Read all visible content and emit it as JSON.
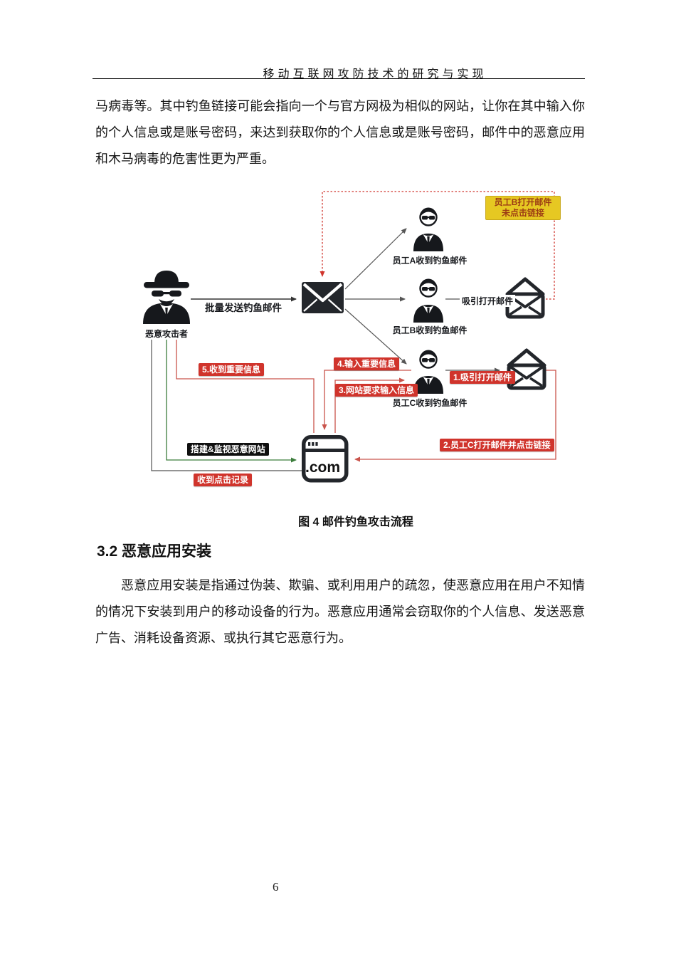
{
  "header": {
    "title": "移动互联网攻防技术的研究与实现"
  },
  "content": {
    "paragraph1": "马病毒等。其中钓鱼链接可能会指向一个与官方网极为相似的网站，让你在其中输入你的个人信息或是账号密码，来达到获取你的个人信息或是账号密码，邮件中的恶意应用和木马病毒的危害性更为严重。",
    "figure_caption": "图 4  邮件钓鱼攻击流程",
    "section_heading": "3.2 恶意应用安装",
    "paragraph2": "恶意应用安装是指通过伪装、欺骗、或利用用户的疏忽，使恶意应用在用户不知情的情况下安装到用户的移动设备的行为。恶意应用通常会窃取你的个人信息、发送恶意广告、消耗设备资源、或执行其它恶意行为。",
    "page_number": "6"
  },
  "diagram": {
    "browser_label": ".com",
    "labels": {
      "attacker": "恶意攻击者",
      "batch_send": "批量发送钓鱼邮件",
      "employee_a": "员工A收到钓鱼邮件",
      "employee_b": "员工B收到钓鱼邮件",
      "employee_c": "员工C收到钓鱼邮件",
      "attract_open_b": "吸引打开邮件",
      "note_b_line1": "员工B打开邮件",
      "note_b_line2": "未点击链接",
      "step1": "1.吸引打开邮件",
      "step2": "2.员工C打开邮件并点击链接",
      "step3": "3.网站要求输入信息",
      "step4": "4.输入重要信息",
      "step5": "5.收到重要信息",
      "build_monitor": "搭建&监视恶意网站",
      "click_record": "收到点击记录"
    },
    "colors": {
      "step_red": "#d0342c",
      "line_red": "#c9544c",
      "line_green": "#3c7d3c",
      "line_gray": "#555555",
      "icon_dark": "#23262b",
      "note_yellow": "#e6c822"
    }
  }
}
